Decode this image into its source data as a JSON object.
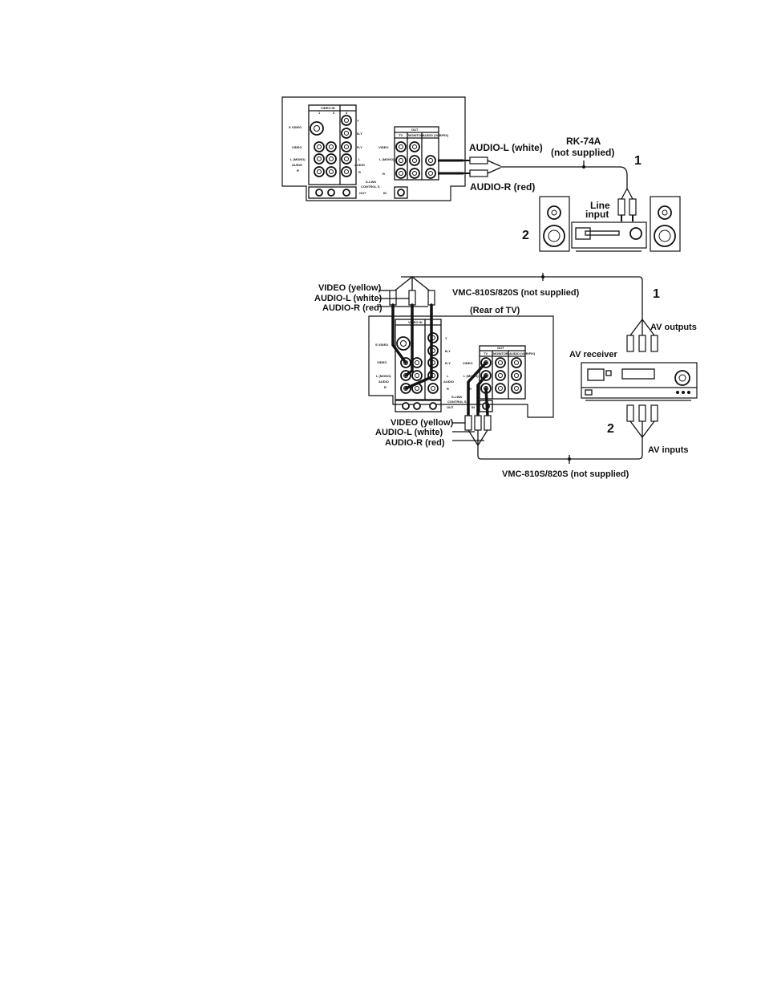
{
  "figure1": {
    "panel": {
      "video_in": "VIDEO IN",
      "col1": "1",
      "col3": "3",
      "col4": "4",
      "s_video": "S VIDEO",
      "video": "VIDEO",
      "l_mono": "L (MONO)",
      "audio": "AUDIO",
      "r": "R",
      "y": "Y",
      "by": "B-Y",
      "ry": "R-Y",
      "l": "L",
      "out": "OUT",
      "tv": "TV",
      "monitor": "MONITOR",
      "audio_var": "AUDIO (VAR/FIX)",
      "s_link": "S-LINK",
      "control_s": "CONTROL S",
      "ctrl_out": "OUT",
      "ctrl_in": "IN"
    },
    "audio_l": "AUDIO-L (white)",
    "audio_r": "AUDIO-R (red)",
    "cable_name": "RK-74A",
    "cable_note": "(not supplied)",
    "line_input_1": "Line",
    "line_input_2": "input",
    "step1": "1",
    "step2": "2"
  },
  "figure2": {
    "video": "VIDEO (yellow)",
    "audio_l": "AUDIO-L (white)",
    "audio_r": "AUDIO-R (red)",
    "cable_top": "VMC-810S/820S (not supplied)",
    "rear_of_tv": "(Rear of TV)",
    "av_outputs": "AV outputs",
    "av_receiver": "AV receiver",
    "av_inputs": "AV inputs",
    "video_b": "VIDEO (yellow)",
    "audio_l_b": "AUDIO-L (white)",
    "audio_r_b": "AUDIO-R (red)",
    "cable_bottom": "VMC-810S/820S (not supplied)",
    "step1": "1",
    "step2": "2"
  }
}
